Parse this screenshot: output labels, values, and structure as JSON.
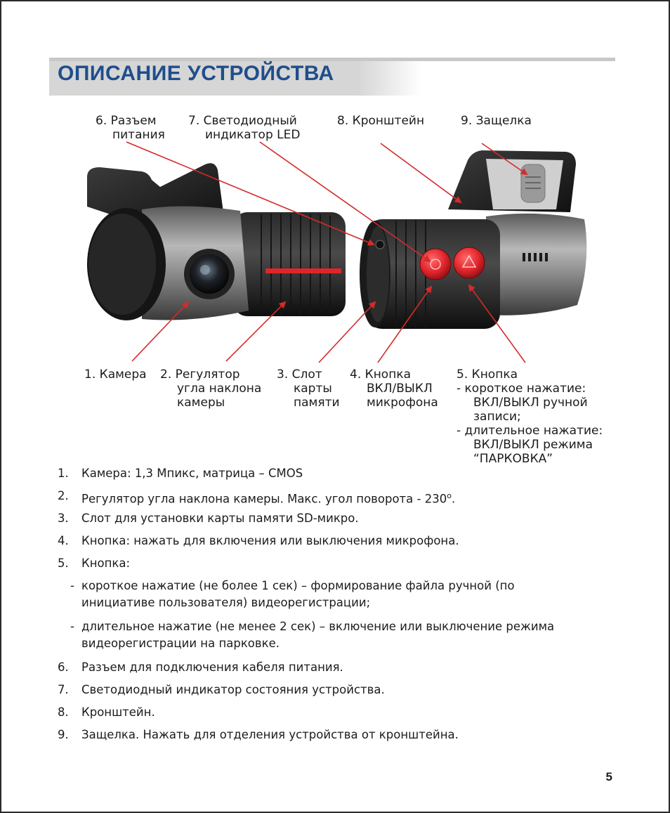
{
  "title": "ОПИСАНИЕ УСТРОЙСТВА",
  "callouts_top": [
    {
      "label": "6. Разъем",
      "sub": "питания"
    },
    {
      "label": "7. Светодиодный",
      "sub": "индикатор LED"
    },
    {
      "label": "8. Кронштейн"
    },
    {
      "label": "9. Защелка"
    }
  ],
  "callouts_bottom": [
    {
      "label": "1. Камера"
    },
    {
      "label": "2. Регулятор",
      "sub": [
        "угла наклона",
        "камеры"
      ]
    },
    {
      "label": "3. Слот",
      "sub": [
        "карты",
        "памяти"
      ]
    },
    {
      "label": "4. Кнопка",
      "sub": [
        "ВКЛ/ВЫКЛ",
        "микрофона"
      ]
    },
    {
      "label": "5. Кнопка",
      "sub": [
        "- короткое нажатие:",
        "ВКЛ/ВЫКЛ ручной",
        "записи;",
        "- длительное нажатие:",
        "ВКЛ/ВЫКЛ режима",
        "“ПАРКОВКА”"
      ]
    }
  ],
  "descriptions": [
    {
      "num": "1.",
      "text": "Камера: 1,3 Мпикс, матрица – CMOS"
    },
    {
      "num": "2.",
      "text": "Регулятор угла наклона камеры. Макс. угол поворота - 230",
      "sup": "o",
      "tail": "."
    },
    {
      "num": "3.",
      "text": "Слот для установки карты памяти SD-микро."
    },
    {
      "num": "4.",
      "text": "Кнопка: нажать для включения или выключения микрофона."
    },
    {
      "num": "5.",
      "text": "Кнопка:"
    },
    {
      "num": "6.",
      "text": "Разъем для подключения кабеля питания."
    },
    {
      "num": "7.",
      "text": "Светодиодный индикатор состояния устройства."
    },
    {
      "num": "8.",
      "text": "Кронштейн."
    },
    {
      "num": "9.",
      "text": "Защелка. Нажать для отделения устройства от кронштейна."
    }
  ],
  "sub_items": [
    {
      "line1": "короткое нажатие (не более 1 сек) – формирование файла ручной (по",
      "line2": "инициативе пользователя) видеорегистрации;"
    },
    {
      "line1": "длительное нажатие (не менее 2 сек) – включение или выключение режима",
      "line2": "видеорегистрации на парковке."
    }
  ],
  "page_number": "5",
  "colors": {
    "title": "#1f4e8c",
    "arrow": "#d42b2b",
    "accent_red": "#e0242a"
  }
}
